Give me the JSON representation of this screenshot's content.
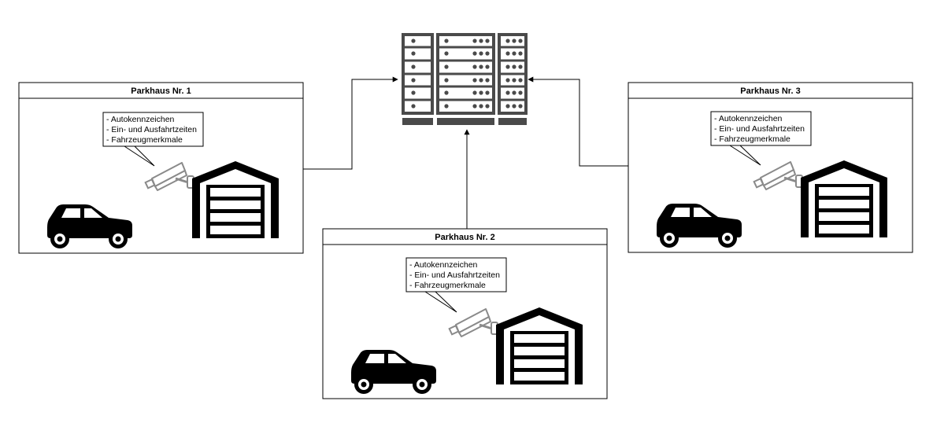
{
  "parkhaeuser": [
    {
      "title": "Parkhaus Nr. 1",
      "callout": [
        "- Autokennzeichen",
        "- Ein- und Ausfahrtzeiten",
        "- Fahrzeugmerkmale"
      ],
      "icons": [
        "camera-icon",
        "garage-icon",
        "car-icon"
      ]
    },
    {
      "title": "Parkhaus Nr. 2",
      "callout": [
        "- Autokennzeichen",
        "- Ein- und Ausfahrtzeiten",
        "- Fahrzeugmerkmale"
      ],
      "icons": [
        "camera-icon",
        "garage-icon",
        "car-icon"
      ]
    },
    {
      "title": "Parkhaus Nr. 3",
      "callout": [
        "- Autokennzeichen",
        "- Ein- und Ausfahrtzeiten",
        "- Fahrzeugmerkmale"
      ],
      "icons": [
        "camera-icon",
        "garage-icon",
        "car-icon"
      ]
    }
  ],
  "server": {
    "icon": "server-rack-icon"
  },
  "colors": {
    "server": "#4a4a4a",
    "stroke": "#000000"
  }
}
